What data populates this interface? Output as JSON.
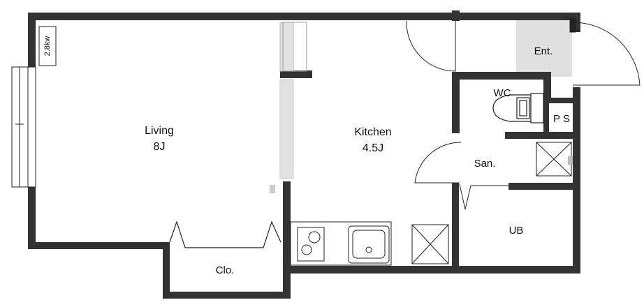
{
  "rooms": {
    "living": {
      "name": "Living",
      "size": "8J"
    },
    "kitchen": {
      "name": "Kitchen",
      "size": "4.5J"
    },
    "entrance": {
      "name": "Ent."
    },
    "wc": {
      "name": "WC"
    },
    "ps": {
      "name": "P S"
    },
    "sanitary": {
      "name": "San."
    },
    "bath": {
      "name": "UB"
    },
    "closet": {
      "name": "Clo."
    }
  },
  "equipment": {
    "aircon": {
      "label": "2.8kw"
    }
  },
  "colors": {
    "wall": "#333333",
    "entrance_floor": "#e1e1e1",
    "sliding_panel": "#e2e2e2",
    "line": "#222222"
  }
}
